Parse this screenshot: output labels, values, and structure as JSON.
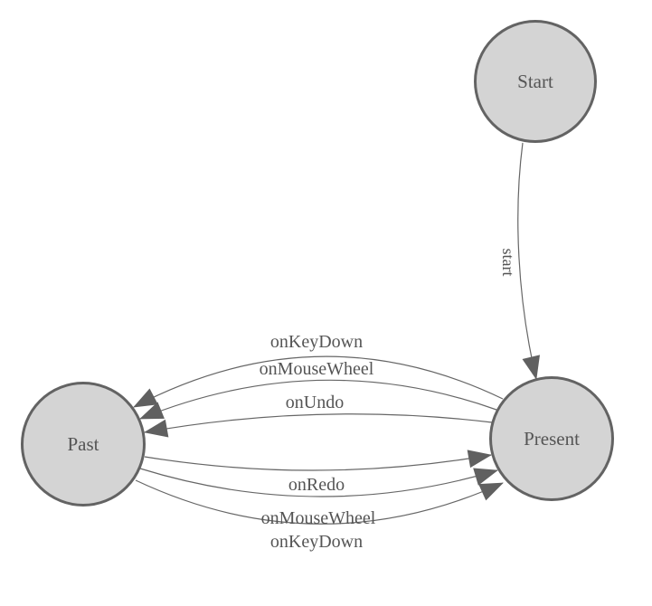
{
  "diagram": {
    "background_color": "#ffffff",
    "node_fill_color": "#d4d4d4",
    "node_border_color": "#636363",
    "edge_color": "#666666",
    "arrow_color": "#606060",
    "text_color": "#555555",
    "nodes": [
      {
        "id": "start",
        "label": "Start"
      },
      {
        "id": "present",
        "label": "Present"
      },
      {
        "id": "past",
        "label": "Past"
      }
    ],
    "edges": [
      {
        "from": "Start",
        "to": "Present",
        "label": "start"
      },
      {
        "from": "Present",
        "to": "Past",
        "label": "onKeyDown"
      },
      {
        "from": "Present",
        "to": "Past",
        "label": "onMouseWheel"
      },
      {
        "from": "Present",
        "to": "Past",
        "label": "onUndo"
      },
      {
        "from": "Past",
        "to": "Present",
        "label": "onRedo"
      },
      {
        "from": "Past",
        "to": "Present",
        "label": "onMouseWheel"
      },
      {
        "from": "Past",
        "to": "Present",
        "label": "onKeyDown"
      }
    ]
  }
}
